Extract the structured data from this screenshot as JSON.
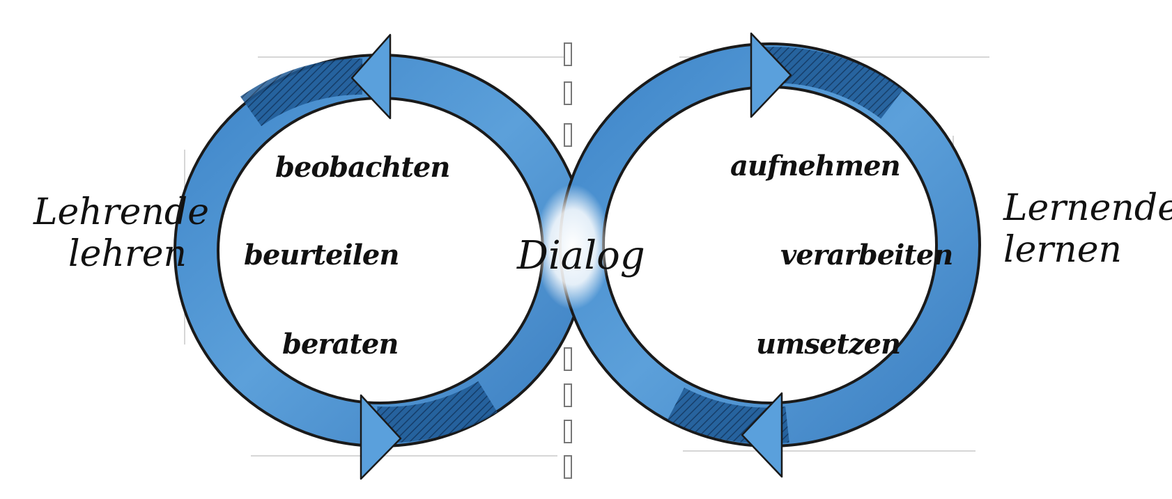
{
  "left": {
    "label_line1": "Lehrende",
    "label_line2": "lehren",
    "steps": [
      "beobachten",
      "beurteilen",
      "beraten"
    ]
  },
  "right": {
    "label_line1": "Lernende",
    "label_line2": "lernen",
    "steps": [
      "aufnehmen",
      "verarbeiten",
      "umsetzen"
    ]
  },
  "center": {
    "label": "Dialog"
  },
  "colors": {
    "loop_blue": "#4a90cf",
    "loop_dark": "#1c4f86",
    "ink": "#111111"
  },
  "icons": [
    "arrow-head-icon"
  ]
}
